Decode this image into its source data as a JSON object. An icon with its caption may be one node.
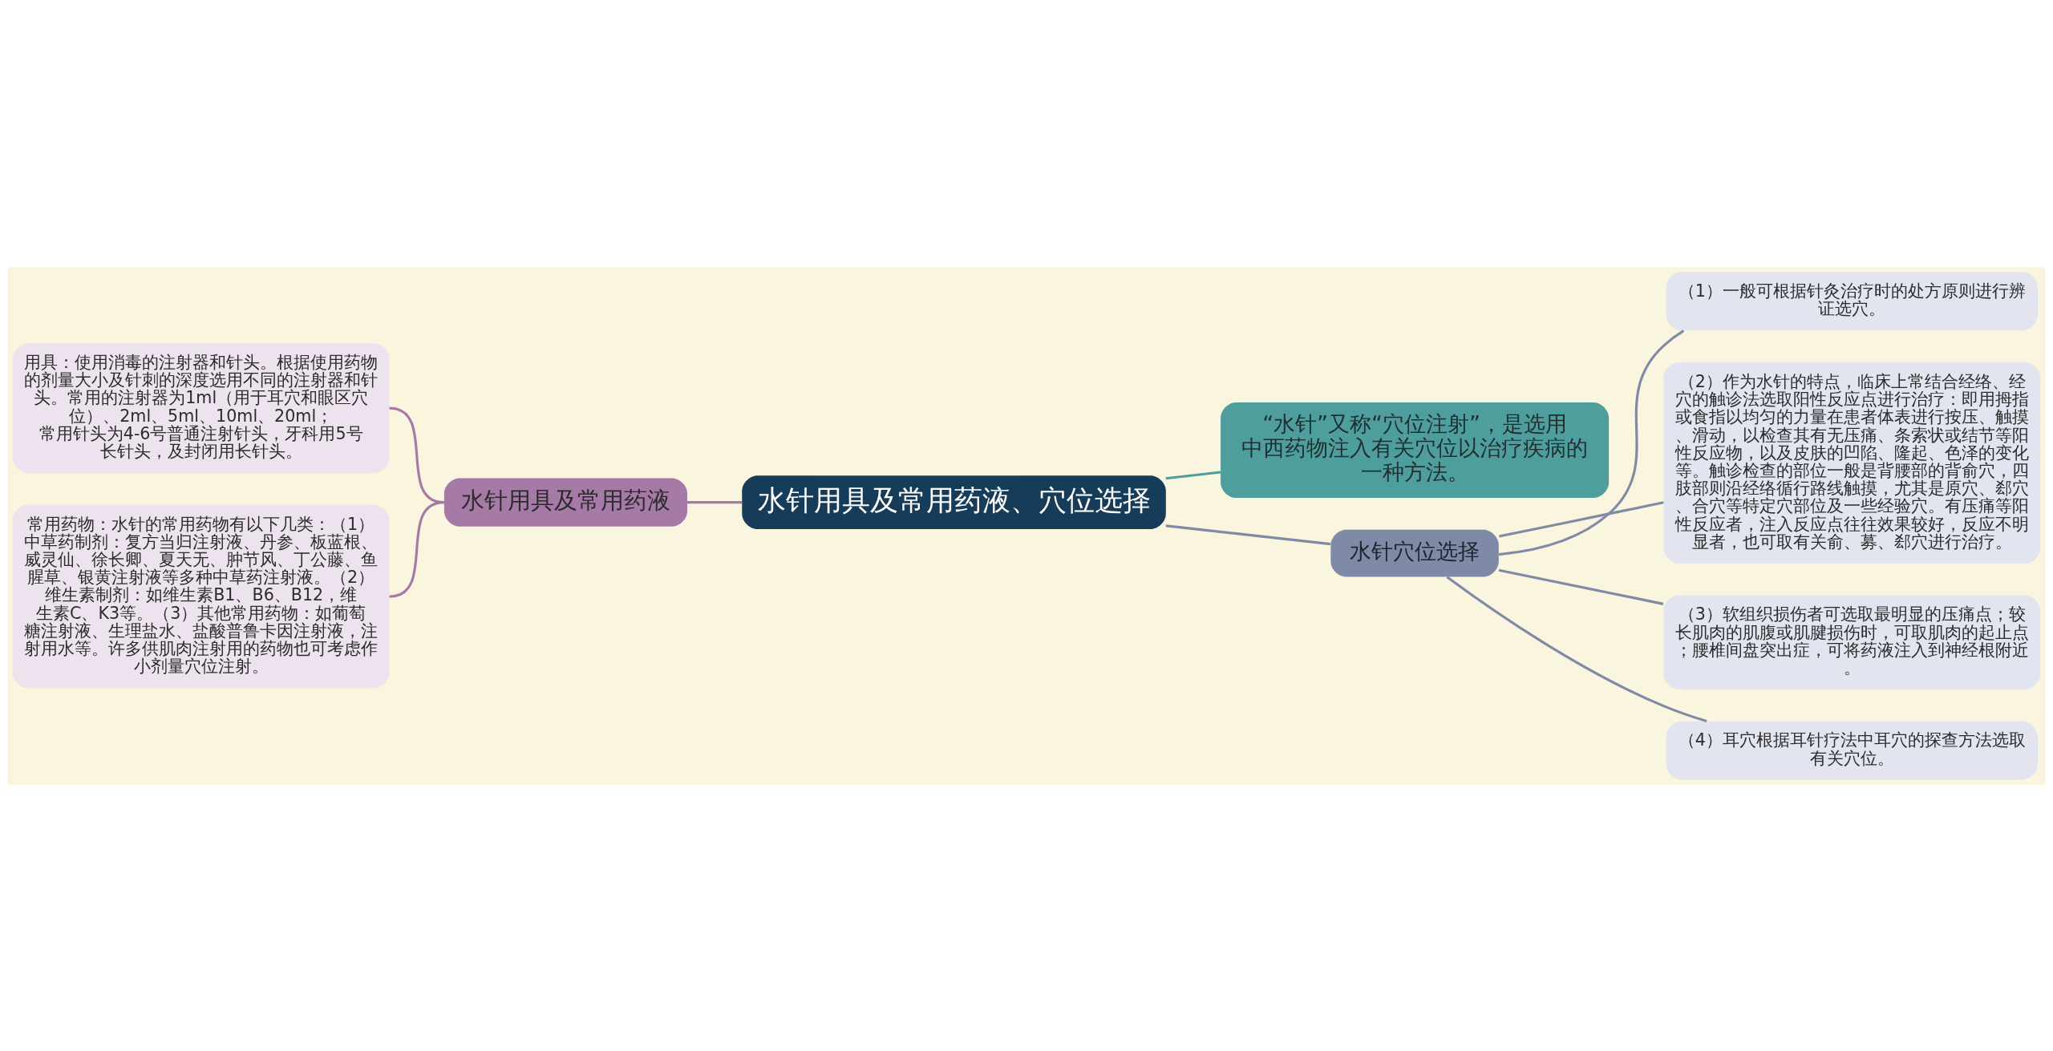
{
  "diagram": {
    "nodes": [
      {
        "text": [
          "水针用具及常用药液、穴位选择"
        ]
      },
      {
        "text": [
          "水针用具及常用药液"
        ]
      },
      {
        "text": [
          "用具：使用消毒的注射器和针头。根据使用药物的剂量大小及针刺的深度选用不同的注射器和针头。常用的注射器为1ml（用于耳穴和眼区穴位）、2ml、5ml、10ml、20ml；常用针头为4-6号普通注射针头，牙科用5号长针头，及封闭用长针头。"
        ]
      },
      {
        "text": [
          "常用药物：水针的常用药物有以下几类：（1）中草药制剂：复方当归注射液、丹参、板蓝根、威灵仙、徐长卿、夏天无、肿节风、丁公藤、鱼腥草、银黄注射液等多种中草药注射液。（2）维生素制剂：如维生素B1、B6、B12，维生素C、K3等。（3）其他常用药物：如葡萄糖注射液、生理盐水、盐酸普鲁卡因注射液，注射用水等。许多供肌肉注射用的药物也可考虑作小剂量穴位注射。"
        ]
      },
      {
        "text": [
          "“水针”又称“穴位注射”，是选用中西药物注入有关穴位以治疗疾病的一种方法。"
        ]
      },
      {
        "text": [
          "水针穴位选择"
        ]
      },
      {
        "text": [
          "（1）一般可根据针灸治疗时的处方原则进行辨证选穴。"
        ]
      },
      {
        "text": [
          "（2）作为水针的特点，临床上常结合经络、经穴的触诊法选取阳性反应点进行治疗：即用拇指或食指以均匀的力量在患者体表进行按压、触摸、滑动，以检查其有无压痛、条索状或结节等阳性反应物，以及皮肤的凹陷、隆起、色泽的变化等。触诊检查的部位一般是背腰部的背俞穴，四肢部则沿经络循行路线触摸，尤其是原穴、郄穴、合穴等特定穴部位及一些经验穴。有压痛等阳性反应者，注入反应点往往效果较好，反应不明显者，也可取有关俞、募、郄穴进行治疗。"
        ]
      },
      {
        "text": [
          "（3）软组织损伤者可选取最明显的压痛点；较长肌肉的肌腹或肌腱损伤时，可取肌肉的起止点；腰椎间盘突出症，可将药液注入到神经根附近。"
        ]
      },
      {
        "text": [
          "（4）耳穴根据耳针疗法中耳穴的探查方法选取有关穴位。"
        ]
      }
    ],
    "edges": [
      {
        "from": 0,
        "to": 1,
        "arrow": "none",
        "color": "#a57aa6"
      },
      {
        "from": 1,
        "to": 2,
        "arrow": "none",
        "color": "#a57aa6"
      },
      {
        "from": 1,
        "to": 3,
        "arrow": "none",
        "color": "#a57aa6"
      },
      {
        "from": 0,
        "to": 4,
        "arrow": "none",
        "color": "#4e9e9e"
      },
      {
        "from": 0,
        "to": 5,
        "arrow": "none"
      },
      {
        "from": 5,
        "to": 6,
        "arrow": "none"
      },
      {
        "from": 5,
        "to": 7,
        "arrow": "none"
      },
      {
        "from": 5,
        "to": 8,
        "arrow": "none"
      },
      {
        "from": 5,
        "to": 9,
        "arrow": "none"
      }
    ]
  }
}
